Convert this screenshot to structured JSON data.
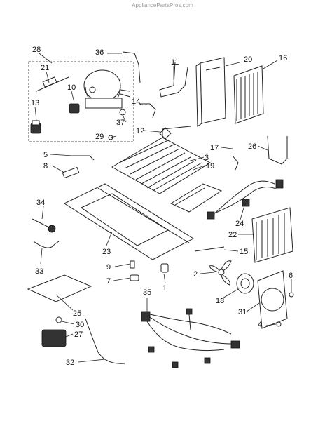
{
  "watermark": "AppliancePartsPros.com",
  "callouts": {
    "c1": "1",
    "c2": "2",
    "c3": "3",
    "c4": "4",
    "c5": "5",
    "c6": "6",
    "c7": "7",
    "c8": "8",
    "c9": "9",
    "c10": "10",
    "c11": "11",
    "c12": "12",
    "c13": "13",
    "c14": "14",
    "c15": "15",
    "c16": "16",
    "c17": "17",
    "c18": "18",
    "c19": "19",
    "c20": "20",
    "c21": "21",
    "c22": "22",
    "c23": "23",
    "c24": "24",
    "c25": "25",
    "c26": "26",
    "c27": "27",
    "c28": "28",
    "c29": "29",
    "c30": "30",
    "c31": "31",
    "c32": "32",
    "c33": "33",
    "c34": "34",
    "c35": "35",
    "c36": "36",
    "c37": "37"
  }
}
